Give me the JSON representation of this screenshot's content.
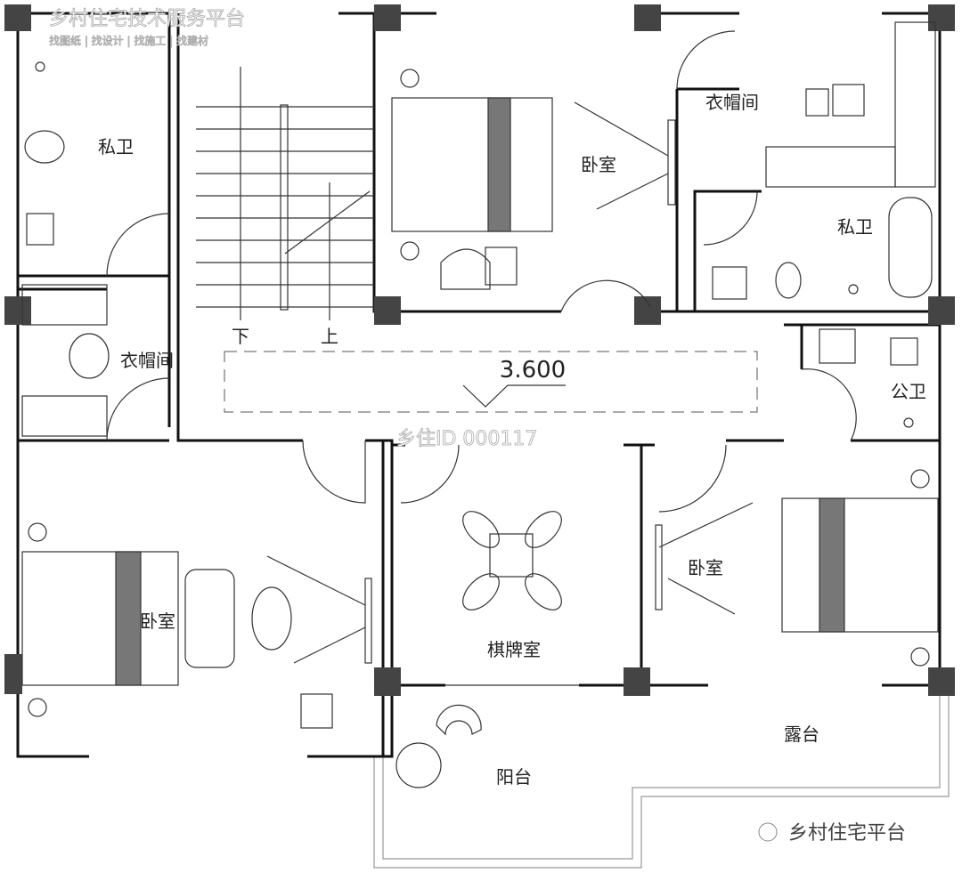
{
  "watermark": {
    "title": "乡村住宅技术服务平台",
    "subtitle": "找图纸 | 找设计 | 找施工 | 找建材",
    "id_mark": "乡住ID 000117",
    "footer": "乡村住宅平台"
  },
  "rooms": {
    "bath_left": "私卫",
    "closet_left": "衣帽间",
    "bedroom_top": "卧室",
    "closet_top_right": "衣帽间",
    "bath_top_right": "私卫",
    "public_bath": "公卫",
    "bedroom_right": "卧室",
    "bedroom_left": "卧室",
    "chess_room": "棋牌室",
    "terrace": "露台",
    "balcony": "阳台"
  },
  "stairs": {
    "down": "下",
    "up": "上"
  },
  "elevation": "3.600",
  "colors": {
    "wall": "#111111",
    "column": "#444444",
    "thin_line": "#999999"
  }
}
